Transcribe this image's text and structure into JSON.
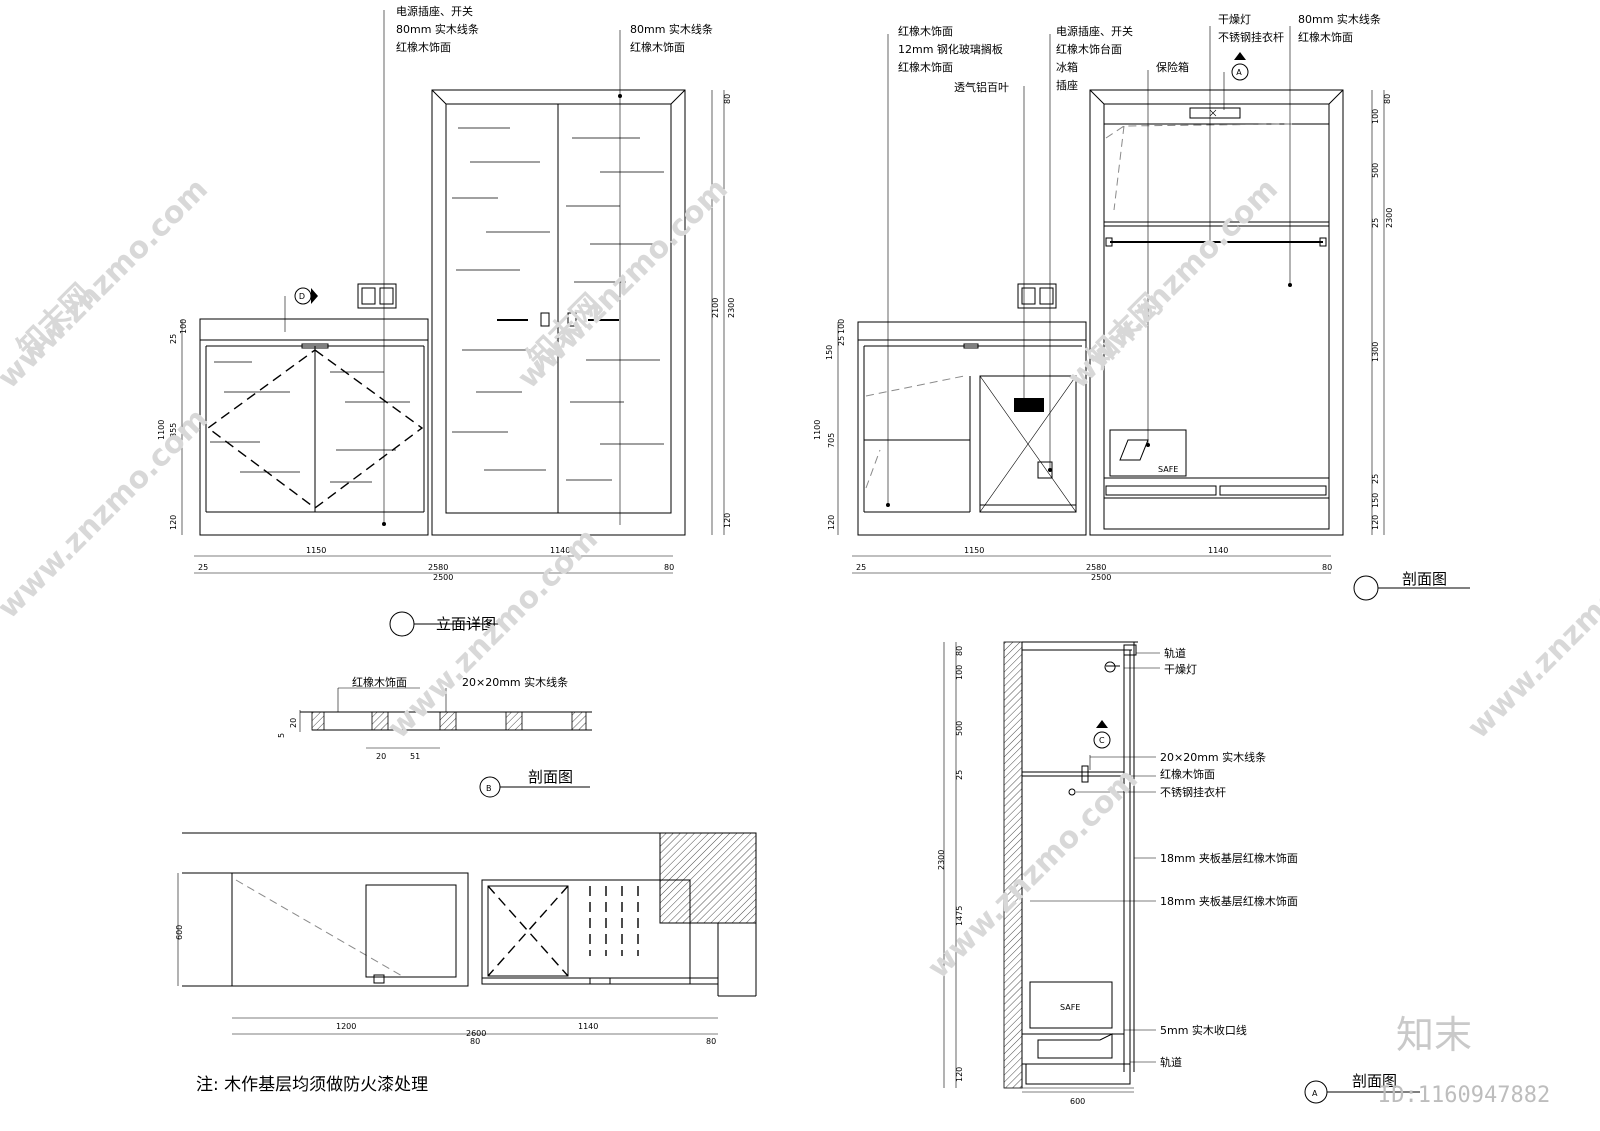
{
  "elevation": {
    "title": "立面详图",
    "annotations": {
      "socket_switch": "电源插座、开关",
      "wood_strip_80": "80mm 实木线条",
      "oak_veneer": "红橡木饰面",
      "wood_strip_80_right": "80mm 实木线条",
      "oak_veneer_right": "红橡木饰面"
    },
    "marker": "D",
    "dims": {
      "left": [
        "25",
        "100",
        "1100",
        "855",
        "120"
      ],
      "right": [
        "80",
        "2100",
        "2300",
        "120"
      ],
      "bottom": [
        "25",
        "1150",
        "2580",
        "2500",
        "1140",
        "80"
      ]
    }
  },
  "section_main": {
    "title": "剖面图",
    "annotations": {
      "oak_veneer_1": "红橡木饰面",
      "glass_shelf": "12mm 钢化玻璃搁板",
      "oak_veneer_2": "红橡木饰面",
      "louver": "透气铝百叶",
      "socket_switch": "电源插座、开关",
      "oak_counter": "红橡木饰台面",
      "fridge": "冰箱",
      "socket": "插座",
      "dryer_lamp": "干燥灯",
      "ss_rod": "不锈钢挂衣杆",
      "safe_box": "保险箱",
      "wood_strip_80": "80mm 实木线条",
      "oak_veneer_3": "红橡木饰面"
    },
    "marker": "A",
    "safe_text": "SAFE",
    "dims": {
      "left": [
        "25",
        "150",
        "100",
        "1100",
        "705",
        "120"
      ],
      "right": [
        "80",
        "100",
        "500",
        "25",
        "2300",
        "1300",
        "25",
        "150",
        "120"
      ],
      "bottom": [
        "25",
        "1150",
        "2580",
        "2500",
        "1140",
        "80"
      ]
    }
  },
  "section_b": {
    "title": "剖面图",
    "marker": "B",
    "annotations": {
      "oak_veneer": "红橡木饰面",
      "strip": "20×20mm 实木线条"
    },
    "dims": [
      "20",
      "5",
      "20",
      "51"
    ]
  },
  "plan": {
    "dims": {
      "depth": "600",
      "bottom": [
        "1200",
        "2600",
        "1140",
        "80",
        "80"
      ]
    }
  },
  "section_a": {
    "title": "剖面图",
    "marker": "A",
    "marker_c": "C",
    "safe_text": "SAFE",
    "annotations": {
      "rail_top": "轨道",
      "dryer_lamp": "干燥灯",
      "strip": "20×20mm 实木线条",
      "oak_veneer": "红橡木饰面",
      "ss_rod": "不锈钢挂衣杆",
      "panel_1": "18mm 夹板基层红橡木饰面",
      "panel_2": "18mm 夹板基层红橡木饰面",
      "trim": "5mm 实木收口线",
      "rail_bottom": "轨道"
    },
    "dims": {
      "left": [
        "80",
        "100",
        "500",
        "25",
        "2300",
        "1475",
        "120"
      ],
      "bottom": "600"
    }
  },
  "note": "注: 木作基层均须做防火漆处理",
  "watermark": {
    "site": "www.znzmo.com",
    "brand": "知末网",
    "logo": "知末",
    "id": "ID:1160947882"
  }
}
